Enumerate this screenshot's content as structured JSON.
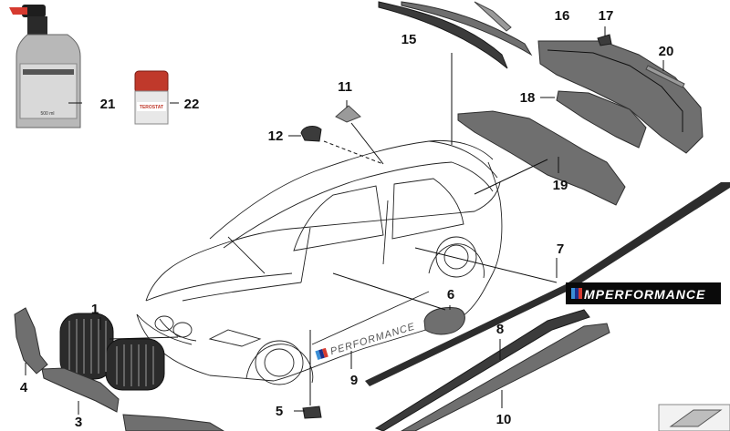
{
  "callouts": [
    {
      "id": "1",
      "label": "1"
    },
    {
      "id": "3",
      "label": "3"
    },
    {
      "id": "4",
      "label": "4"
    },
    {
      "id": "5",
      "label": "5"
    },
    {
      "id": "6",
      "label": "6"
    },
    {
      "id": "7",
      "label": "7"
    },
    {
      "id": "8",
      "label": "8"
    },
    {
      "id": "9",
      "label": "9"
    },
    {
      "id": "10",
      "label": "10"
    },
    {
      "id": "11",
      "label": "11"
    },
    {
      "id": "12",
      "label": "12"
    },
    {
      "id": "15",
      "label": "15"
    },
    {
      "id": "16",
      "label": "16"
    },
    {
      "id": "17",
      "label": "17"
    },
    {
      "id": "18",
      "label": "18"
    },
    {
      "id": "19",
      "label": "19"
    },
    {
      "id": "20",
      "label": "20"
    },
    {
      "id": "21",
      "label": "21"
    },
    {
      "id": "22",
      "label": "22"
    }
  ],
  "badge_text": "MPERFORMANCE",
  "emblem_text": "PERFORMANCE",
  "bottle_label": "500 ml",
  "jar_label": "TEROSTAT",
  "colors": {
    "m_blue": "#3b8fd6",
    "m_navy": "#1c2f8c",
    "m_red": "#d63a2f",
    "part_gray": "#6f6f6f",
    "jar_red": "#c0392b"
  }
}
